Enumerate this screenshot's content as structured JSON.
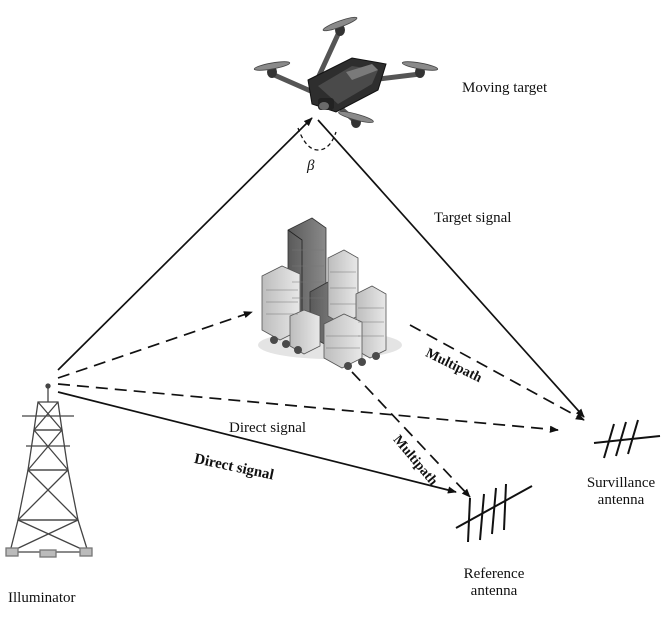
{
  "labels": {
    "moving_target": "Moving target",
    "beta": "β",
    "target_signal": "Target signal",
    "multipath_upper": "Multipath",
    "multipath_lower": "Multipath",
    "direct_signal_upper": "Direct signal",
    "direct_signal_lower": "Direct signal",
    "surveillance_line1": "Survillance",
    "surveillance_line2": "antenna",
    "reference_line1": "Reference",
    "reference_line2": "antenna",
    "illuminator": "Illuminator"
  },
  "icons": {
    "drone": "drone-icon",
    "buildings": "city-buildings-icon",
    "tower": "transmission-tower-icon",
    "surveillance_antenna": "antenna-array-icon",
    "reference_antenna": "antenna-array-icon"
  }
}
